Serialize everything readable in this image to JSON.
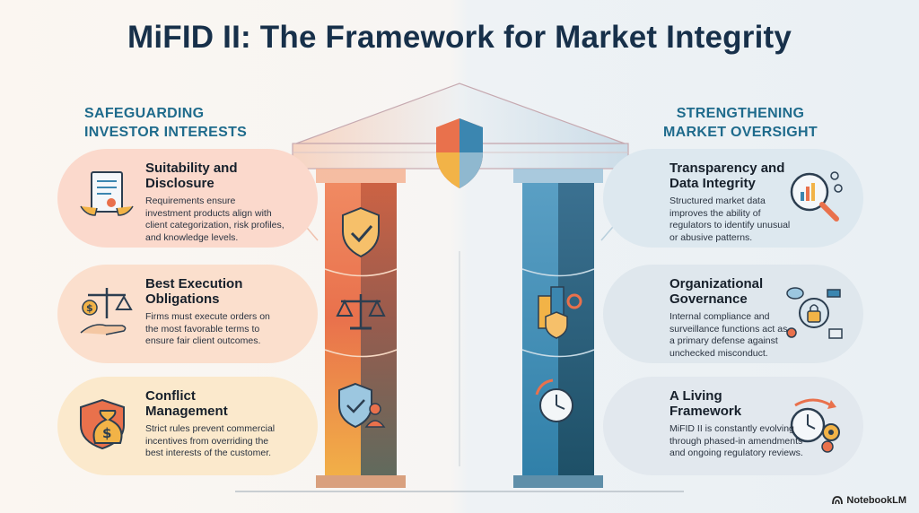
{
  "title": "MiFID II: The Framework for Market Integrity",
  "left_heading": {
    "line1": "SAFEGUARDING",
    "line2": "INVESTOR INTERESTS"
  },
  "right_heading": {
    "line1": "STRENGTHENING",
    "line2": "MARKET OVERSIGHT"
  },
  "left_cards": [
    {
      "title": [
        "Suitability and",
        "Disclosure"
      ],
      "desc": [
        "Requirements ensure",
        "investment products align with",
        "client categorization, risk profiles,",
        "and knowledge levels."
      ],
      "icon": "document-signing-icon"
    },
    {
      "title": [
        "Best Execution",
        "Obligations"
      ],
      "desc": [
        "Firms must execute orders on",
        "the most favorable terms to",
        "ensure fair client outcomes."
      ],
      "icon": "scales-hand-icon"
    },
    {
      "title": [
        "Conflict",
        "Management"
      ],
      "desc": [
        "Strict rules prevent commercial",
        "incentives from overriding the",
        "best interests of the customer."
      ],
      "icon": "money-bag-shield-icon"
    }
  ],
  "right_cards": [
    {
      "title": [
        "Transparency and",
        "Data Integrity"
      ],
      "desc": [
        "Structured market data",
        "improves the ability of",
        "regulators to identify unusual",
        "or abusive patterns."
      ],
      "icon": "magnifier-chart-icon"
    },
    {
      "title": [
        "Organizational",
        "Governance"
      ],
      "desc": [
        "Internal compliance and",
        "surveillance functions act as",
        "a primary defense against",
        "unchecked misconduct."
      ],
      "icon": "network-lock-icon"
    },
    {
      "title": [
        "A Living",
        "Framework"
      ],
      "desc": [
        "MiFID II is constantly evolving",
        "through phased-in amendments",
        "and ongoing regulatory reviews."
      ],
      "icon": "clock-gears-icon"
    }
  ],
  "brand": "NotebookLM",
  "colors": {
    "heading": "#1f6b8c",
    "title": "#17304a",
    "left_pillar_top": "#e9714c",
    "left_pillar_bottom": "#f2b347",
    "right_pillar": "#2f7fa8",
    "right_pillar_dark": "#1d4f66"
  }
}
